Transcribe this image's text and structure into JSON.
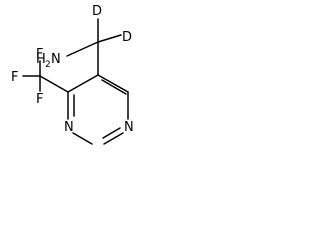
{
  "molecule": {
    "amine_group": {
      "main": "H",
      "subscript": "2",
      "element": "N"
    },
    "deuterium_1": "D",
    "deuterium_2": "D",
    "fluorine_1": "F",
    "fluorine_2": "F",
    "fluorine_3": "F",
    "ring_nitrogen_1": "N",
    "ring_nitrogen_2": "N"
  }
}
